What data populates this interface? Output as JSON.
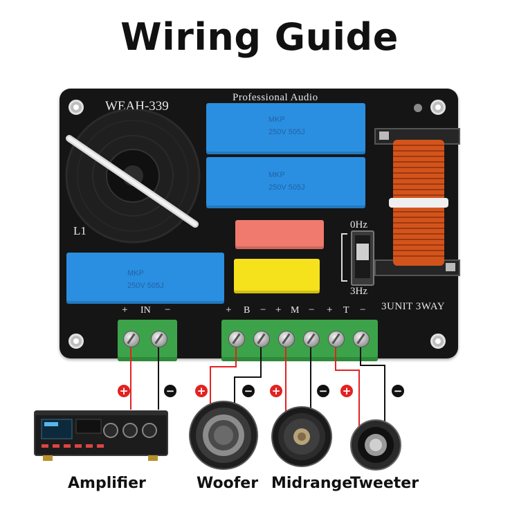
{
  "title": "Wiring Guide",
  "board": {
    "model": "WEAH-339",
    "brand_text": "Professional Audio",
    "inductor_label": "L1",
    "cap_marks": [
      {
        "type": "MKP",
        "rating": "250V  505J"
      },
      {
        "type": "MKP",
        "rating": "250V  505J"
      },
      {
        "type": "MKP",
        "rating": "250V  505J"
      }
    ],
    "switch_top": "0Hz",
    "switch_bottom": "3Hz",
    "unit_text": "3UNIT 3WAY",
    "terminal_groups": [
      {
        "id": "IN",
        "label": "IN",
        "plus": "+",
        "minus": "−"
      },
      {
        "id": "B",
        "label": "B",
        "plus": "+",
        "minus": "−"
      },
      {
        "id": "M",
        "label": "M",
        "plus": "+",
        "minus": "−"
      },
      {
        "id": "T",
        "label": "T",
        "plus": "+",
        "minus": "−"
      }
    ]
  },
  "polarity": {
    "positive": "+",
    "negative": "−"
  },
  "devices": [
    {
      "id": "amplifier",
      "label": "Amplifier"
    },
    {
      "id": "woofer",
      "label": "Woofer"
    },
    {
      "id": "midrange",
      "label": "Midrange"
    },
    {
      "id": "tweeter",
      "label": "Tweeter"
    }
  ],
  "colors": {
    "board": "#151515",
    "terminal_green": "#3da34a",
    "capacitor_blue": "#2a8fe0",
    "capacitor_red": "#f07a6e",
    "capacitor_yellow": "#f5e11c",
    "coil_copper": "#d2541c",
    "wire_positive": "#e22222",
    "wire_negative": "#111111"
  }
}
